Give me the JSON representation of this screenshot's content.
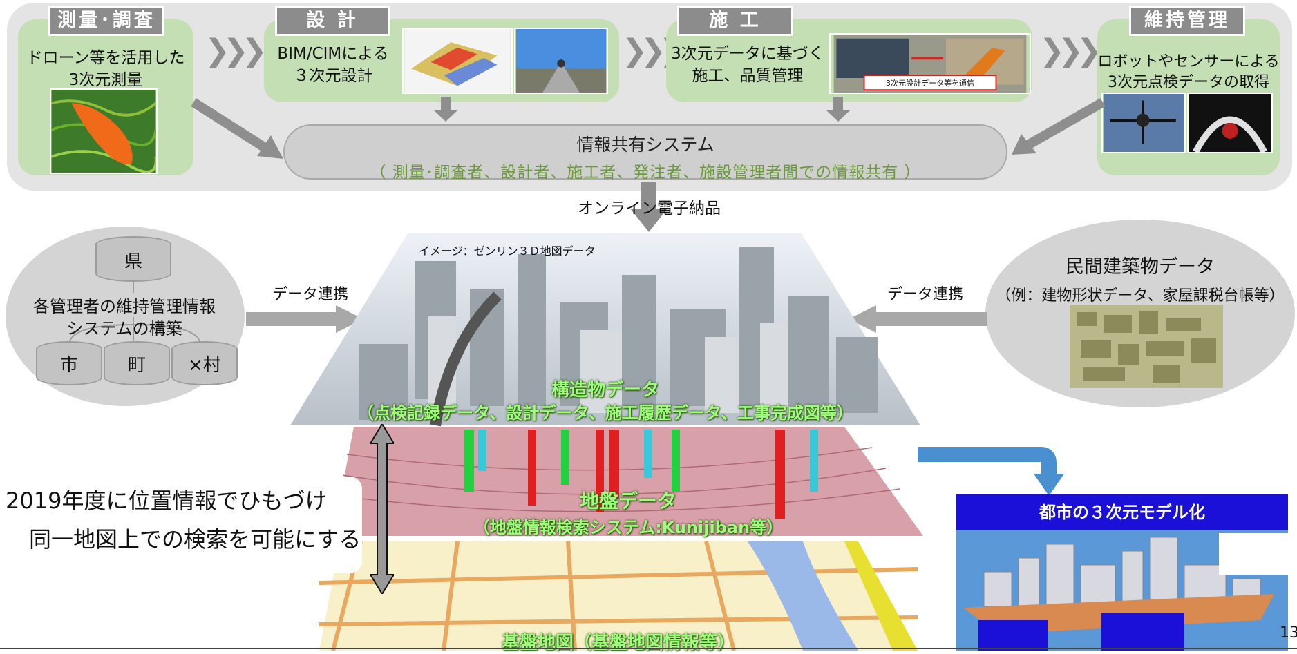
{
  "stages": {
    "survey": {
      "label": "測量･調査",
      "text_line1": "ドローン等を活用した",
      "text_line2": "3次元測量"
    },
    "design": {
      "label": "設 計",
      "text_line1": "BIM/CIMによる",
      "text_line2": "３次元設計"
    },
    "construction": {
      "label": "施 工",
      "text_line1": "3次元データに基づく",
      "text_line2": "施工、品質管理",
      "photo_caption": "3次元設計データ等を通信"
    },
    "maintenance": {
      "label": "維持管理",
      "text_line1": "ロボットやセンサーによる",
      "text_line2": "3次元点検データの取得"
    }
  },
  "info_system": {
    "title": "情報共有システム",
    "subtitle": "（ 測量･調査者、設計者、施工者、発注者、施設管理者間での情報共有 ）"
  },
  "online_delivery": "オンライン電子納品",
  "left_panel": {
    "top_db": "県",
    "text_line1": "各管理者の維持管理情報",
    "text_line2": "システムの構築",
    "dbs": [
      "市",
      "町",
      "×村"
    ],
    "link_label": "データ連携"
  },
  "right_panel": {
    "title": "民間建築物データ",
    "subtitle": "（例：建物形状データ、家屋課税台帳等）",
    "link_label": "データ連携"
  },
  "layers": {
    "image_credit": "イメージ：ゼンリン３Ｄ地図データ",
    "structure_title": "構造物データ",
    "structure_sub": "（点検記録データ、設計データ、施工履歴データ、工事完成図等）",
    "ground_title": "地盤データ",
    "ground_sub": "（地盤情報検索システム:Kunijiban等）",
    "base_title": "基盤地図（基盤地図情報等）"
  },
  "callout": {
    "line1": "2019年度に位置情報でひもづけ",
    "line2": "同一地図上での検索を可能にする"
  },
  "city_model": {
    "title": "都市の３次元モデル化"
  },
  "page_number": "13",
  "colors": {
    "accent_green": "#c4dfb4",
    "arrow_gray": "#8e8e8e",
    "blue": "#1a10d8",
    "blue_arrow": "#4a90d0",
    "layer_text": "#9cff7a"
  }
}
